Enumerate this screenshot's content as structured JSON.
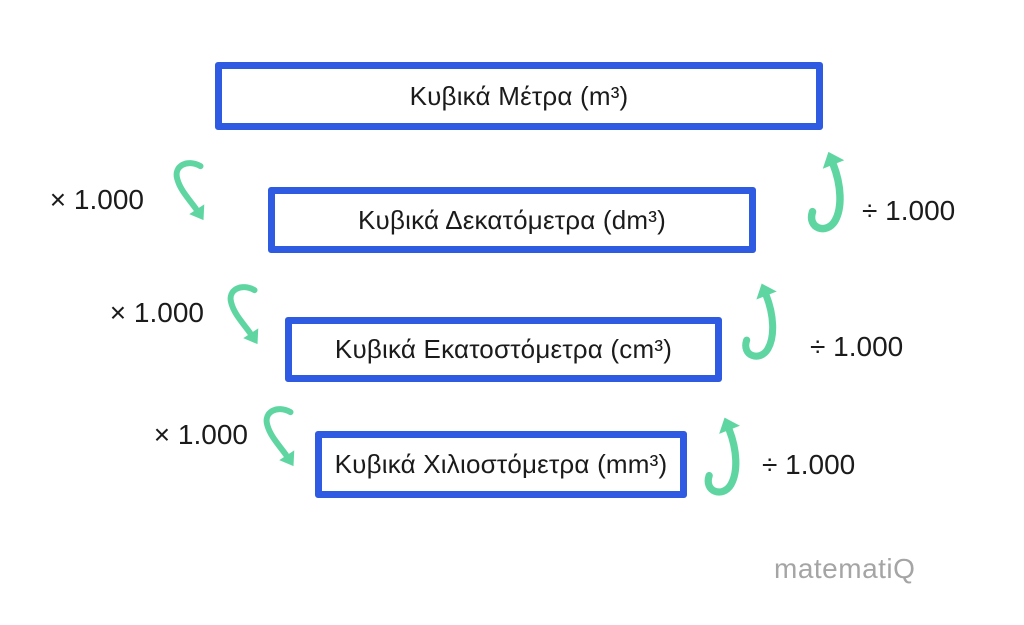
{
  "diagram": {
    "units": [
      {
        "label": "Κυβικά Μέτρα (m³)"
      },
      {
        "label": "Κυβικά Δεκατόμετρα (dm³)"
      },
      {
        "label": "Κυβικά Εκατοστόμετρα (cm³)"
      },
      {
        "label": "Κυβικά Χιλιοστόμετρα (mm³)"
      }
    ],
    "conversions": [
      {
        "multiply": "× 1.000",
        "divide": "÷ 1.000"
      },
      {
        "multiply": "× 1.000",
        "divide": "÷ 1.000"
      },
      {
        "multiply": "× 1.000",
        "divide": "÷ 1.000"
      }
    ]
  },
  "watermark": "matematiQ",
  "colors": {
    "box_border": "#2e5be2",
    "arrow": "#5fd6a1",
    "text": "#1b1b1b",
    "watermark": "#a5a5a5",
    "background": "#ffffff"
  }
}
